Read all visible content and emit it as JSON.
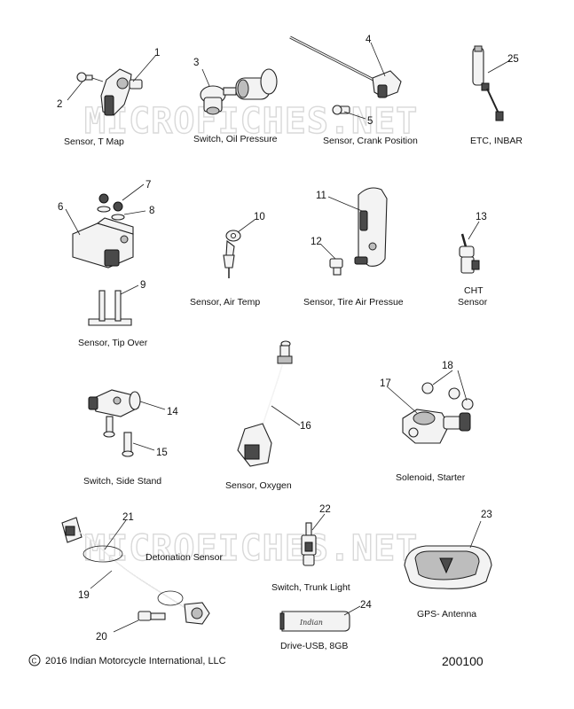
{
  "watermarks": [
    "MICROFICHES.NET",
    "MICROFICHES.NET"
  ],
  "captions": {
    "sensor_t_map": "Sensor, T Map",
    "switch_oil_pressure": "Switch, Oil Pressure",
    "sensor_crank_position": "Sensor, Crank Position",
    "etc_inbar": "ETC, INBAR",
    "sensor_air_temp": "Sensor, Air Temp",
    "sensor_tire_air_pressue": "Sensor, Tire Air Pressue",
    "cht_line1": "CHT",
    "cht_line2": "Sensor",
    "sensor_tip_over": "Sensor, Tip Over",
    "switch_side_stand": "Switch, Side Stand",
    "sensor_oxygen": "Sensor, Oxygen",
    "solenoid_starter": "Solenoid, Starter",
    "detonation_sensor": "Detonation Sensor",
    "switch_trunk_light": "Switch, Trunk Light",
    "gps_antenna": "GPS- Antenna",
    "drive_usb": "Drive-USB, 8GB"
  },
  "callouts": [
    "1",
    "2",
    "3",
    "4",
    "5",
    "6",
    "7",
    "8",
    "9",
    "10",
    "11",
    "12",
    "13",
    "14",
    "15",
    "16",
    "17",
    "18",
    "19",
    "20",
    "21",
    "22",
    "23",
    "24",
    "25"
  ],
  "usb_brand": "Indian",
  "footer": {
    "copyright_symbol": "©",
    "copyright_text": "2016 Indian Motorcycle International, LLC",
    "doc_number": "200100"
  }
}
